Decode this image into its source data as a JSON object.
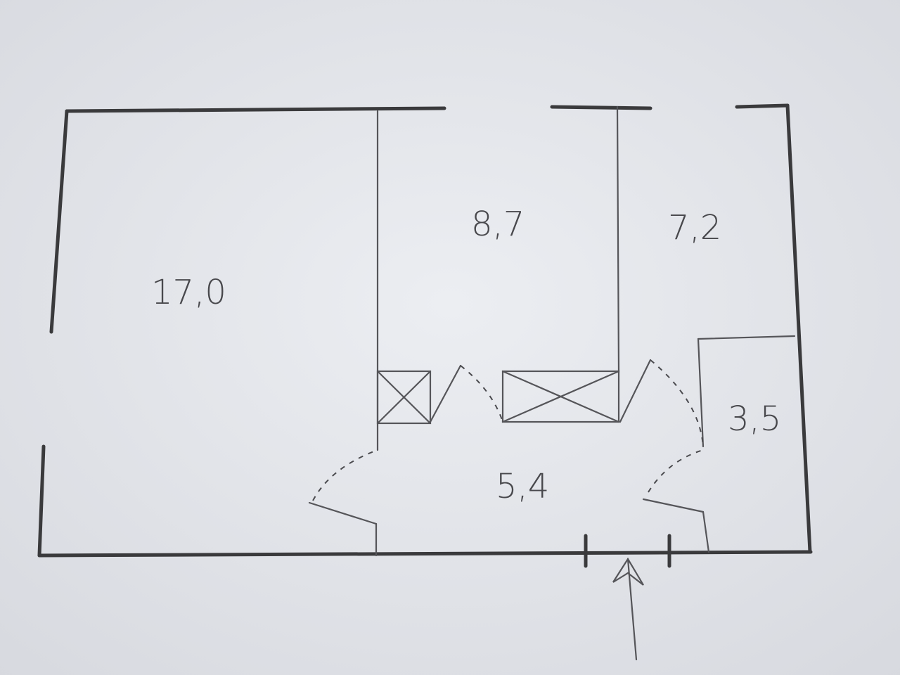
{
  "rooms": [
    {
      "name": "room-large-left",
      "area": "17,0"
    },
    {
      "name": "room-middle",
      "area": "8,7"
    },
    {
      "name": "room-right",
      "area": "7,2"
    },
    {
      "name": "room-small",
      "area": "3,5"
    },
    {
      "name": "hallway",
      "area": "5,4"
    }
  ],
  "colors": {
    "paper": "#e3e5ea",
    "pencil": "#3a3a3c"
  }
}
